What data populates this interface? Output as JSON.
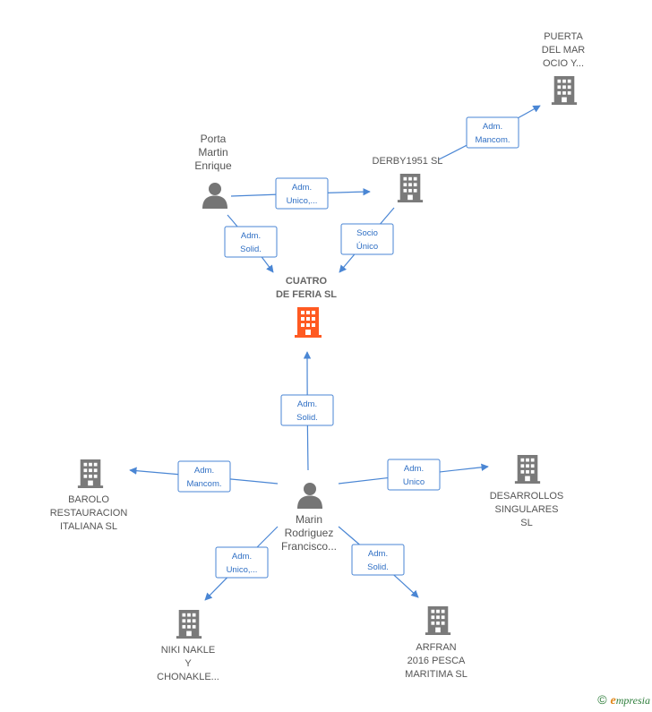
{
  "colors": {
    "edge": "#4a86d4",
    "edge_text": "#2f6fc4",
    "company": "#7a7a7a",
    "company_main": "#ff5a22",
    "person": "#757575"
  },
  "nodes": [
    {
      "id": "cuatro",
      "type": "company-main",
      "label": [
        "CUATRO",
        "DE FERIA SL"
      ]
    },
    {
      "id": "porta",
      "type": "person",
      "label": [
        "Porta",
        "Martin",
        "Enrique"
      ]
    },
    {
      "id": "derby",
      "type": "company",
      "label": [
        "DERBY1951 SL"
      ]
    },
    {
      "id": "puerta",
      "type": "company",
      "label": [
        "PUERTA",
        "DEL MAR",
        "OCIO Y..."
      ]
    },
    {
      "id": "marin",
      "type": "person",
      "label": [
        "Marin",
        "Rodriguez",
        "Francisco..."
      ]
    },
    {
      "id": "barolo",
      "type": "company",
      "label": [
        "BAROLO",
        "RESTAURACION",
        "ITALIANA SL"
      ]
    },
    {
      "id": "desarrollos",
      "type": "company",
      "label": [
        "DESARROLLOS",
        "SINGULARES",
        "SL"
      ]
    },
    {
      "id": "niki",
      "type": "company",
      "label": [
        "NIKI NAKLE",
        "Y",
        "CHONAKLE..."
      ]
    },
    {
      "id": "arfran",
      "type": "company",
      "label": [
        "ARFRAN",
        "2016 PESCA",
        "MARITIMA SL"
      ]
    }
  ],
  "edges": [
    {
      "from": "porta",
      "to": "derby",
      "label": [
        "Adm.",
        "Unico,..."
      ]
    },
    {
      "from": "porta",
      "to": "cuatro",
      "label": [
        "Adm.",
        "Solid."
      ]
    },
    {
      "from": "derby",
      "to": "cuatro",
      "label": [
        "Socio",
        "Único"
      ]
    },
    {
      "from": "derby",
      "to": "puerta",
      "label": [
        "Adm.",
        "Mancom."
      ]
    },
    {
      "from": "marin",
      "to": "cuatro",
      "label": [
        "Adm.",
        "Solid."
      ]
    },
    {
      "from": "marin",
      "to": "barolo",
      "label": [
        "Adm.",
        "Mancom."
      ]
    },
    {
      "from": "marin",
      "to": "desarrollos",
      "label": [
        "Adm.",
        "Unico"
      ]
    },
    {
      "from": "marin",
      "to": "niki",
      "label": [
        "Adm.",
        "Unico,..."
      ]
    },
    {
      "from": "marin",
      "to": "arfran",
      "label": [
        "Adm.",
        "Solid."
      ]
    }
  ],
  "footer": {
    "copyright": "©",
    "brand_initial": "e",
    "brand_rest": "mpresia"
  }
}
